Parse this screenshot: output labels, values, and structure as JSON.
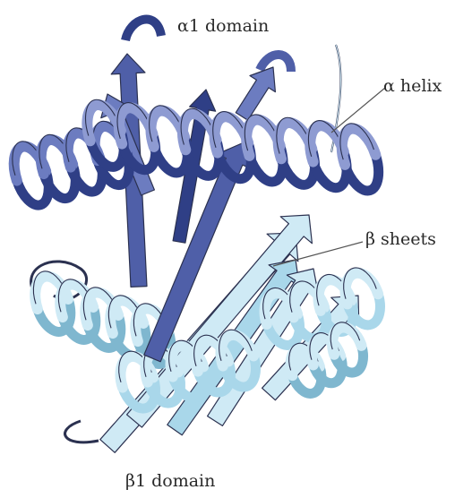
{
  "labels": {
    "alpha1_domain": "α1 domain",
    "alpha_helix": "α helix",
    "beta_sheets": "β sheets",
    "beta1_domain": "β1 domain"
  },
  "colors": {
    "alpha_dark": "#4f5fa8",
    "alpha_mid": "#6c7cc0",
    "alpha_light": "#8e9bd2",
    "alpha_deep": "#2f3f86",
    "beta_fill": "#cfeaf5",
    "beta_mid": "#a9d7ea",
    "beta_dark": "#7fb7cf",
    "outline": "#2b3150",
    "leader": "#555555"
  }
}
